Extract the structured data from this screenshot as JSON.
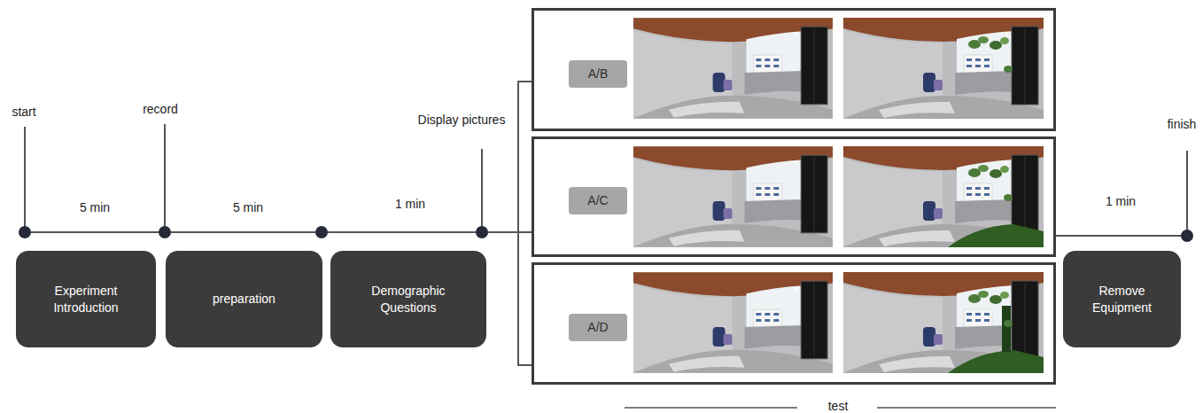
{
  "diagram": {
    "nodes": [
      {
        "text": [
          "Experiment Introduction"
        ]
      },
      {
        "text": [
          "preparation"
        ]
      },
      {
        "text": [
          "Demographic Questions"
        ]
      },
      {
        "text": [
          "A/B"
        ]
      },
      {
        "text": [
          "A/C"
        ]
      },
      {
        "text": [
          "A/D"
        ]
      },
      {
        "text": [
          "Remove Equipment"
        ]
      }
    ],
    "labels": [
      "start",
      "record",
      "Display pictures",
      "finish",
      "5 min",
      "5 min",
      "1 min",
      "1 min",
      "test"
    ]
  }
}
